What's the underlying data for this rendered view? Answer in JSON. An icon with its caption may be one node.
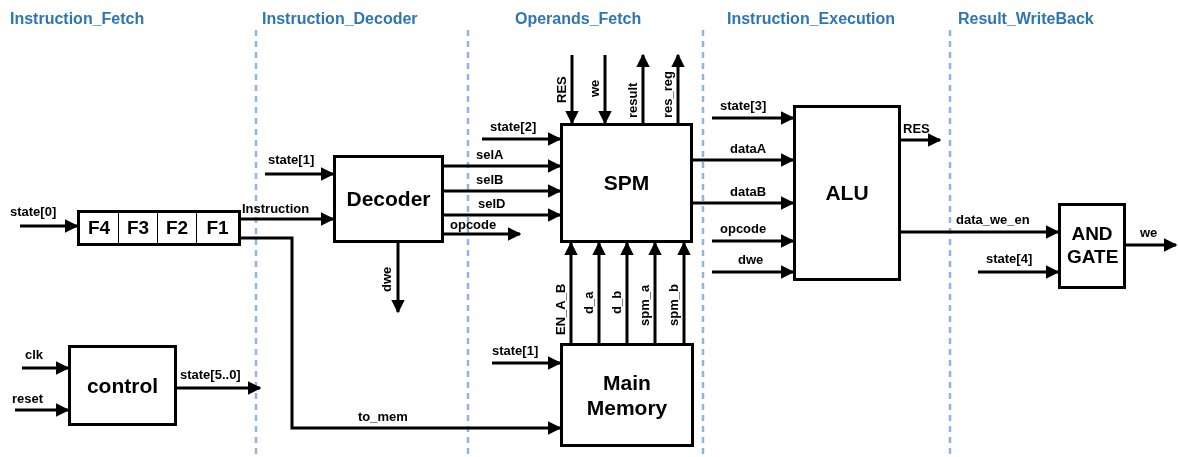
{
  "diagram": {
    "nodes": [
      {
        "text": [],
        "shape": "box"
      },
      {
        "text": [
          "F4"
        ],
        "in": 0
      },
      {
        "text": [
          "F3"
        ],
        "in": 0
      },
      {
        "text": [
          "F2"
        ],
        "in": 0
      },
      {
        "text": [
          "F1"
        ],
        "in": 0
      },
      {
        "text": [
          "Decoder"
        ]
      },
      {
        "text": [
          "SPM"
        ]
      },
      {
        "text": [
          "ALU"
        ]
      },
      {
        "text": [
          "AND GATE"
        ]
      },
      {
        "text": [
          "control"
        ]
      },
      {
        "text": [
          "Main Memory"
        ]
      }
    ],
    "edges": [
      {
        "from": null,
        "to": 0,
        "arrow": "to",
        "label": "state[0]"
      },
      {
        "from": 0,
        "to": 5,
        "arrow": "to",
        "label": "Instruction"
      },
      {
        "from": 0,
        "to": 10,
        "arrow": "to",
        "label": "to_mem"
      },
      {
        "from": null,
        "to": 5,
        "arrow": "to",
        "label": "state[1]"
      },
      {
        "from": 5,
        "to": 6,
        "arrow": "to",
        "label": "selA"
      },
      {
        "from": 5,
        "to": 6,
        "arrow": "to",
        "label": "selB"
      },
      {
        "from": 5,
        "to": 6,
        "arrow": "to",
        "label": "selD"
      },
      {
        "from": 5,
        "to": null,
        "arrow": "to",
        "label": "opcode"
      },
      {
        "from": 5,
        "to": null,
        "arrow": "to",
        "label": "dwe"
      },
      {
        "from": null,
        "to": 6,
        "arrow": "to",
        "label": "state[2]"
      },
      {
        "from": null,
        "to": 6,
        "arrow": "to",
        "label": "RES"
      },
      {
        "from": null,
        "to": 6,
        "arrow": "to",
        "label": "we"
      },
      {
        "from": 6,
        "to": null,
        "arrow": "to",
        "label": "result"
      },
      {
        "from": 6,
        "to": null,
        "arrow": "to",
        "label": "res_reg"
      },
      {
        "from": 10,
        "to": 6,
        "arrow": "to",
        "label": "EN_A_B"
      },
      {
        "from": 10,
        "to": 6,
        "arrow": "to",
        "label": "d_a"
      },
      {
        "from": 10,
        "to": 6,
        "arrow": "to",
        "label": "d_b"
      },
      {
        "from": 10,
        "to": 6,
        "arrow": "to",
        "label": "spm_a"
      },
      {
        "from": 10,
        "to": 6,
        "arrow": "to",
        "label": "spm_b"
      },
      {
        "from": null,
        "to": 10,
        "arrow": "to",
        "label": "state[1]"
      },
      {
        "from": 6,
        "to": 7,
        "arrow": "to",
        "label": "dataA"
      },
      {
        "from": 6,
        "to": 7,
        "arrow": "to",
        "label": "dataB"
      },
      {
        "from": null,
        "to": 7,
        "arrow": "to",
        "label": "state[3]"
      },
      {
        "from": null,
        "to": 7,
        "arrow": "to",
        "label": "opcode"
      },
      {
        "from": null,
        "to": 7,
        "arrow": "to",
        "label": "dwe"
      },
      {
        "from": 7,
        "to": null,
        "arrow": "to",
        "label": "RES"
      },
      {
        "from": 7,
        "to": 8,
        "arrow": "to",
        "label": "data_we_en"
      },
      {
        "from": null,
        "to": 8,
        "arrow": "to",
        "label": "state[4]"
      },
      {
        "from": 8,
        "to": null,
        "arrow": "to",
        "label": "we"
      },
      {
        "from": null,
        "to": 9,
        "arrow": "to",
        "label": "clk"
      },
      {
        "from": null,
        "to": 9,
        "arrow": "to",
        "label": "reset"
      },
      {
        "from": 9,
        "to": null,
        "arrow": "to",
        "label": "state[5..0]"
      }
    ],
    "labels": [
      "Instruction_Fetch",
      "Instruction_Decoder",
      "Operands_Fetch",
      "Instruction_Execution",
      "Result_WriteBack"
    ]
  }
}
